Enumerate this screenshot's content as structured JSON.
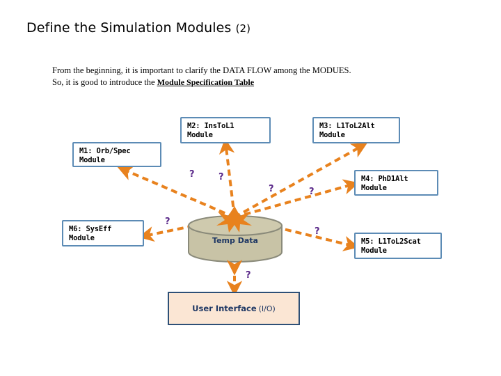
{
  "slide": {
    "title_main": "Define the Simulation Modules",
    "title_suffix": "(2)",
    "intro_line1": "From the beginning, it is important to clarify the DATA FLOW among the MODUES.",
    "intro_line2_before": "So, it is good to introduce the ",
    "intro_line2_emph": "Module Specification Table"
  },
  "colors": {
    "box_border": "#5c8bb5",
    "arrow": "#e8821e",
    "qmark": "#5b2a8a",
    "cylinder_fill": "#c8c3a6",
    "cylinder_stroke": "#8a8a7a",
    "ui_fill": "#fbe6d4",
    "ui_border": "#2e5077",
    "ui_text": "#1f3864",
    "background": "#ffffff"
  },
  "diagram": {
    "center_label": "Temp Data",
    "ui_label": "User Interface",
    "ui_suffix": "(I/O)",
    "modules": [
      {
        "id": "m1",
        "line1": "M1: Orb/Spec",
        "line2": "Module"
      },
      {
        "id": "m2",
        "line1": "M2: InsToL1",
        "line2": "Module"
      },
      {
        "id": "m3",
        "line1": "M3: L1ToL2Alt",
        "line2": "Module"
      },
      {
        "id": "m4",
        "line1": "M4: PhD1Alt",
        "line2": "Module"
      },
      {
        "id": "m5",
        "line1": "M5: L1ToL2Scat",
        "line2": "Module"
      },
      {
        "id": "m6",
        "line1": "M6: SysEff",
        "line2": "Module"
      }
    ],
    "connector_labels": [
      {
        "id": "q-m1",
        "text": "?"
      },
      {
        "id": "q-m2",
        "text": "?"
      },
      {
        "id": "q-m3",
        "text": "?"
      },
      {
        "id": "q-m4",
        "text": "?"
      },
      {
        "id": "q-m5",
        "text": "?"
      },
      {
        "id": "q-m6",
        "text": "?"
      },
      {
        "id": "q-ui",
        "text": "?"
      }
    ]
  }
}
